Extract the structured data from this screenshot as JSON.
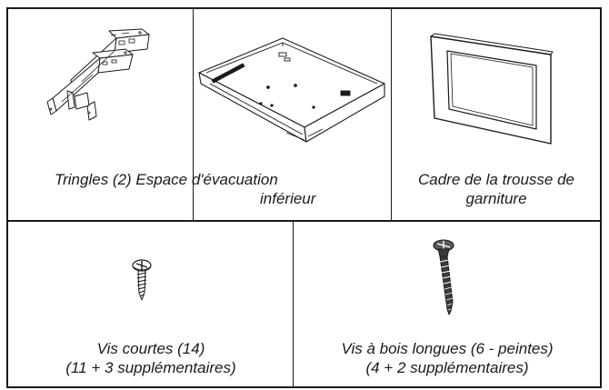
{
  "parts": {
    "rails": {
      "caption_line1": "Tringles (2) Espace d'évacuation",
      "caption_line2": "inférieur"
    },
    "trim_frame": {
      "caption_line1": "Cadre de la trousse de",
      "caption_line2": "garniture"
    },
    "short_screws": {
      "caption_line1": "Vis courtes (14)",
      "caption_line2": "(11 + 3 supplémentaires)"
    },
    "long_wood_screws": {
      "caption_line1": "Vis à bois longues (6 - peintes)",
      "caption_line2": "(4 + 2 supplémentaires)"
    }
  }
}
